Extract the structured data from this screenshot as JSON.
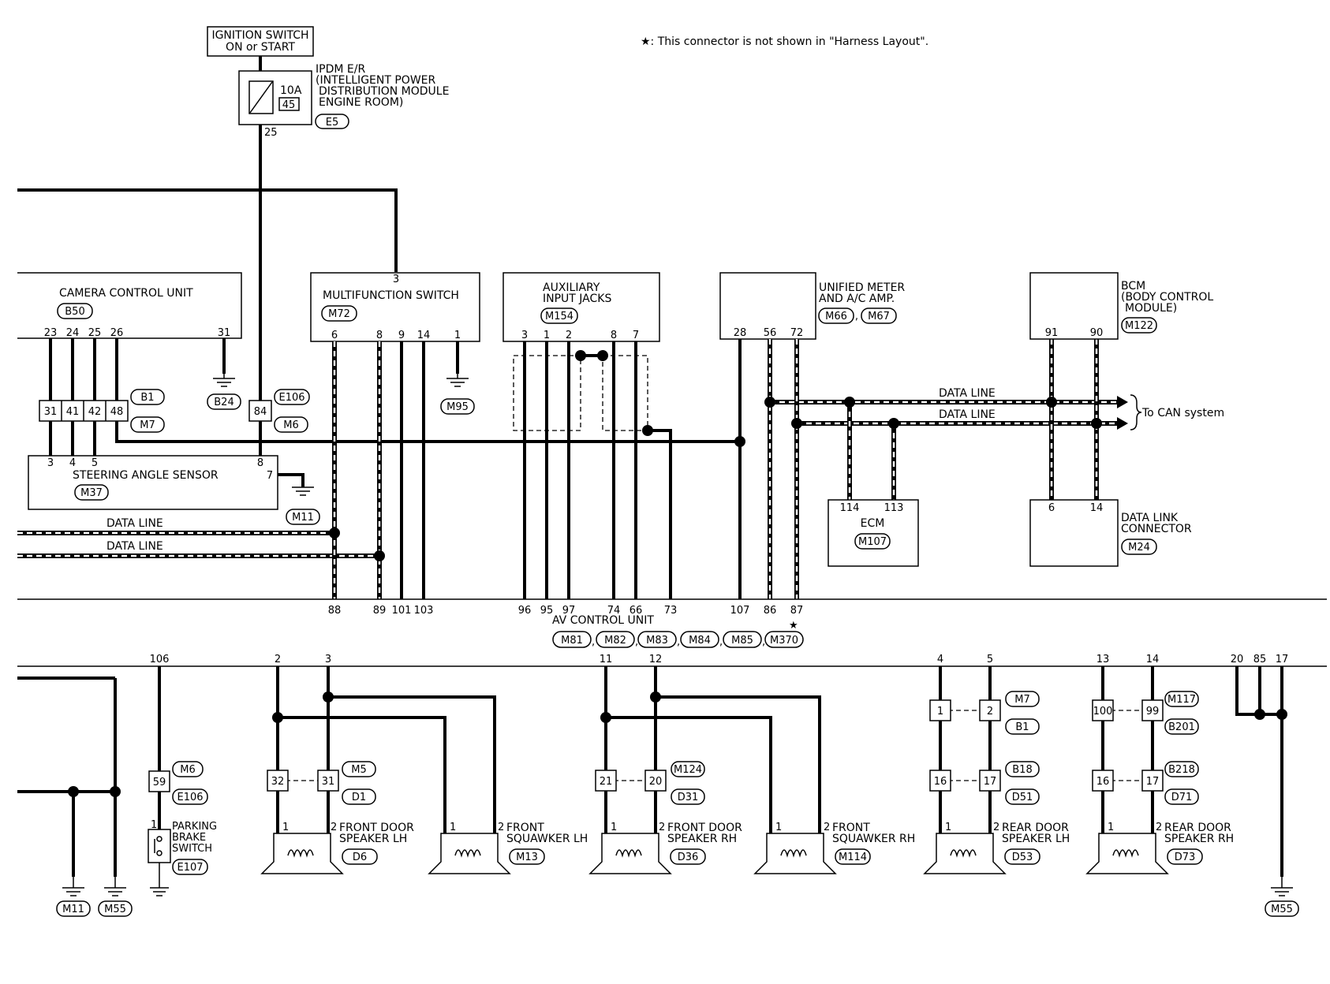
{
  "note": "★: This connector is not shown in \"Harness Layout\".",
  "ignition": {
    "line1": "IGNITION SWITCH",
    "line2": "ON or START"
  },
  "ipdm": {
    "line1": "IPDM E/R",
    "line2": "(INTELLIGENT POWER",
    "line3": "DISTRIBUTION MODULE",
    "line4": "ENGINE ROOM)",
    "fuse_amp": "10A",
    "fuse_no": "45",
    "pin": "25",
    "connector": "E5"
  },
  "camera": {
    "name": "CAMERA CONTROL UNIT",
    "connector": "B50",
    "pins": [
      "23",
      "24",
      "25",
      "26",
      "31"
    ]
  },
  "multifunction": {
    "name": "MULTIFUNCTION SWITCH",
    "connector": "M72",
    "top_pin": "3",
    "pins": [
      "6",
      "8",
      "9",
      "14",
      "1"
    ]
  },
  "aux": {
    "line1": "AUXILIARY",
    "line2": "INPUT JACKS",
    "connector": "M154",
    "pins": [
      "3",
      "1",
      "2",
      "8",
      "7"
    ]
  },
  "unified": {
    "line1": "UNIFIED METER",
    "line2": "AND A/C AMP.",
    "connectors": [
      "M66",
      "M67"
    ],
    "pins": [
      "28",
      "56",
      "72"
    ]
  },
  "bcm": {
    "line1": "BCM",
    "line2": "(BODY CONTROL",
    "line3": "MODULE)",
    "connector": "M122",
    "pins": [
      "91",
      "90"
    ]
  },
  "steering": {
    "name": "STEERING ANGLE SENSOR",
    "connector": "M37",
    "pins": [
      "3",
      "4",
      "5",
      "8",
      "7"
    ]
  },
  "ecm": {
    "name": "ECM",
    "connector": "M107",
    "pins": [
      "114",
      "113"
    ]
  },
  "dlc": {
    "line1": "DATA LINK",
    "line2": "CONNECTOR",
    "connector": "M24",
    "pins": [
      "6",
      "14"
    ]
  },
  "inline_b1": {
    "pins": [
      "31",
      "41",
      "42",
      "48"
    ],
    "tag_top": "B1",
    "tag_bottom": "M7"
  },
  "inline_e106": {
    "pin": "84",
    "tag_top": "E106",
    "tag_bottom": "M6"
  },
  "data_line": "DATA LINE",
  "to_can": "To CAN system",
  "grounds": {
    "b24": "B24",
    "m95": "M95",
    "m11": "M11",
    "m11b": "M11",
    "m55a": "M55",
    "m55b": "M55"
  },
  "av": {
    "name": "AV CONTROL UNIT",
    "connectors": [
      "M81",
      "M82",
      "M83",
      "M84",
      "M85",
      "M370"
    ],
    "star": "★",
    "top_pins": [
      "88",
      "89",
      "101",
      "103",
      "96",
      "95",
      "97",
      "74",
      "66",
      "73",
      "107",
      "86",
      "87"
    ],
    "bottom_pins": [
      "106",
      "2",
      "3",
      "11",
      "12",
      "4",
      "5",
      "13",
      "14",
      "20",
      "85",
      "17"
    ]
  },
  "parking": {
    "line1": "PARKING",
    "line2": "BRAKE",
    "line3": "SWITCH",
    "pin_conn": "59",
    "tag_top": "M6",
    "tag_bottom": "E106",
    "connector": "E107",
    "pin": "1"
  },
  "fl_pair": {
    "pins": [
      "32",
      "31"
    ],
    "tag_top": "M5",
    "tag_bottom": "D1"
  },
  "fr_pair": {
    "pins": [
      "21",
      "20"
    ],
    "tag_top": "M124",
    "tag_bottom": "D31"
  },
  "rl_top": {
    "pins": [
      "1",
      "2"
    ],
    "tag_top": "M7",
    "tag_bottom": "B1"
  },
  "rl_bot": {
    "pins": [
      "16",
      "17"
    ],
    "tag_top": "B18",
    "tag_bottom": "D51"
  },
  "rr_top": {
    "pins": [
      "100",
      "99"
    ],
    "tag_top": "M117",
    "tag_bottom": "B201"
  },
  "rr_bot": {
    "pins": [
      "16",
      "17"
    ],
    "tag_top": "B218",
    "tag_bottom": "D71"
  },
  "speakers": [
    {
      "line1": "FRONT DOOR",
      "line2": "SPEAKER LH",
      "connector": "D6",
      "p1": "1",
      "p2": "2"
    },
    {
      "line1": "FRONT",
      "line2": "SQUAWKER LH",
      "connector": "M13",
      "p1": "1",
      "p2": "2"
    },
    {
      "line1": "FRONT DOOR",
      "line2": "SPEAKER RH",
      "connector": "D36",
      "p1": "1",
      "p2": "2"
    },
    {
      "line1": "FRONT",
      "line2": "SQUAWKER RH",
      "connector": "M114",
      "p1": "1",
      "p2": "2"
    },
    {
      "line1": "REAR DOOR",
      "line2": "SPEAKER LH",
      "connector": "D53",
      "p1": "1",
      "p2": "2"
    },
    {
      "line1": "REAR DOOR",
      "line2": "SPEAKER RH",
      "connector": "D73",
      "p1": "1",
      "p2": "2"
    }
  ]
}
